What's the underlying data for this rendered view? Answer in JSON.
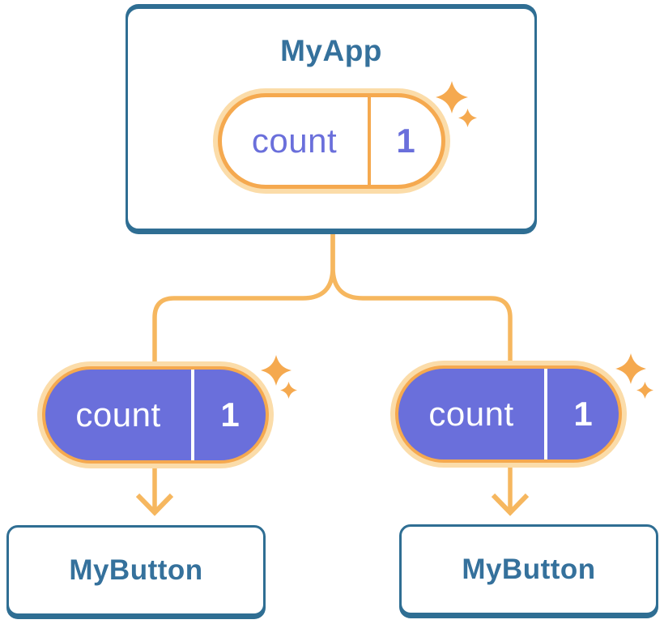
{
  "colors": {
    "background": "#FFFFFF",
    "card_border": "#2F6E93",
    "heading_text": "#35719C",
    "pill_orange": "#F5A94F",
    "pill_orange_pale": "#FBDCA9",
    "connector_orange": "#F6B75F",
    "state_purple": "#6A6FDB",
    "pill_text_light": "#FFFFFF"
  },
  "icons": {
    "sparkle": "four-point-star"
  },
  "tree": {
    "root": {
      "title": "MyApp",
      "state": {
        "name": "count",
        "value": "1"
      }
    },
    "children": [
      {
        "title": "MyButton",
        "state": {
          "name": "count",
          "value": "1"
        }
      },
      {
        "title": "MyButton",
        "state": {
          "name": "count",
          "value": "1"
        }
      }
    ]
  }
}
